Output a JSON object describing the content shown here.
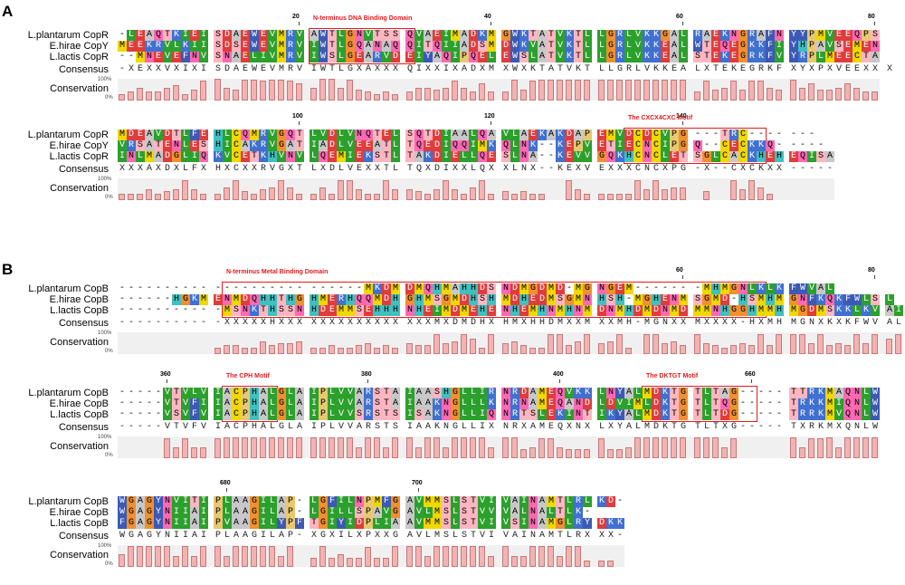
{
  "panels": [
    {
      "label": "A",
      "labels": {
        "seq": [
          "L.plantarum CopR",
          "E.hirae CopY",
          "L.lactis CopR"
        ],
        "consensus": "Consensus",
        "conservation": "Conservation",
        "pct_high": "100%",
        "pct_low": "0%"
      },
      "motifs": [
        "N-terminus DNA Binding Domain",
        "The CXCX4CXC Motif"
      ],
      "rows": [
        {
          "positions": [
            "20",
            "40",
            "60",
            "80"
          ],
          "sequences": [
            "-LEAQTKIEISDAEWEVMRVAWTLGNVTSSQVAEIMADKMGWKTATVKTLLGRLVKKGALRAEKNGRAFNYYPMVEEQPS",
            "MEEKRVLKIISDSEWEVMRVIWTLGQANAQQITQIIADSMDWKVATVKTLLGRLVKKEALWTEQEGKKFIYHPAVSEMEN",
            "--MNEVEFNVSNAELIVMRVIWSLGEARVDEIYAQIPQELEWSLATVKTLLGRLVKKEALSTEKEGRKFVYRPLMEECTA"
          ],
          "consensus": "-XEXXVXIXISDAEWEVMRVIWTLGXAXXXQIXXIXADXMXWXKTATVKTLLGRLVKKEALXTEKEGRKFXYXPXVEEXXX",
          "conservation": [
            0.3,
            0.4,
            0.6,
            0.4,
            0.4,
            0.6,
            0.7,
            0.3,
            0.5,
            0.9,
            1.0,
            0.6,
            0.5,
            0.95,
            0.95,
            0.9,
            0.95,
            0.95,
            0.9,
            0.8,
            0.6,
            1.0,
            1.0,
            0.6,
            0.95,
            0.5,
            0.4,
            0.3,
            0.4,
            0.3,
            0.4,
            0.6,
            0.6,
            0.5,
            0.6,
            0.9,
            0.6,
            0.4,
            0.8,
            0.4,
            0.4,
            0.95,
            0.5,
            0.9,
            0.95,
            0.95,
            0.95,
            0.95,
            0.95,
            0.95,
            0.95,
            0.95,
            0.95,
            0.95,
            0.95,
            0.95,
            0.95,
            0.95,
            0.95,
            0.95,
            0.4,
            0.9,
            0.5,
            0.6,
            0.9,
            0.5,
            0.9,
            0.9,
            0.6,
            0.5,
            0.95,
            0.6,
            0.8,
            0.5,
            0.5,
            0.6,
            0.8,
            0.6,
            0.4,
            0.4
          ]
        },
        {
          "positions": [
            "100",
            "120",
            "140"
          ],
          "sequences": [
            "MDEAVDTLFEHLCQMRVGQTLVDLVNQTELSQTDIAALQAVLAEKAKDAPEMVDCDCVPG---TRC-------",
            "VRSATENLESHICAKRVGATIADLVEEATLTQEDIQQIMKQLNK--KEPVETIECNCIPGQ--CECKKQ-----",
            "INLMADGLIQKVCETKHVNVLQEMIEKSTLTAKDIELLQESLNA--KEVVGQKHCNCLETSGLCACKHEHEQISA"
          ],
          "consensus": "XXXAXDXLFXHXCXXRVGXTLXDLVEXXTLTQXDIXXLQXXLNX--KEXVEXXXCNCXPG-X--CXCKXX-----",
          "conservation": [
            0.3,
            0.3,
            0.3,
            0.5,
            0.3,
            0.4,
            0.5,
            0.9,
            0.5,
            0.3,
            0.3,
            0.6,
            0.9,
            0.4,
            0.3,
            0.5,
            0.6,
            0.9,
            0.6,
            0.3,
            0.3,
            0.6,
            0.3,
            0.9,
            0.9,
            0.5,
            0.3,
            0.3,
            0.9,
            0.5,
            0.5,
            0.4,
            0.3,
            0.5,
            0.9,
            0.5,
            0.3,
            0.6,
            0.9,
            0.3,
            0.4,
            0.3,
            0.4,
            0.3,
            0.3,
            0,
            0,
            0.9,
            0.5,
            0.3,
            0.3,
            0.3,
            0.3,
            0.3,
            0.9,
            0.5,
            0.9,
            0.5,
            0.6,
            0.6,
            0,
            0.4,
            0,
            0,
            0.9,
            0.5,
            0.9,
            0.6,
            0.3,
            0,
            0,
            0,
            0,
            0,
            0
          ]
        }
      ]
    },
    {
      "label": "B",
      "labels": {
        "seq": [
          "L.plantarum CopB",
          "E.hirae CopB",
          "L.lactis CopB"
        ],
        "consensus": "Consensus",
        "conservation": "Conservation",
        "pct_high": "100%",
        "pct_low": "0%"
      },
      "motifs": [
        "N-terminus Metal Binding Domain",
        "The CPH Motif",
        "The DKTGT Motif"
      ],
      "rows": [
        {
          "positions": [
            "60",
            "80"
          ],
          "sequences": [
            "--------------------------MKDMDMQHMAHHDSNDMGDMD-MGNGEM-------MHMGNLKLKFWVAL",
            "------HGKMENMDQHHTHGHMERHQQMDHGHMSGMDHSHMDHEDMSGMNHSH-MGHENMSGMD-HSMHMGNFKQKFWLSL",
            "-----------MSNKTHSSNHDEMMSEHHHNHEIMDMEHENHEMHNMHNMDNMHDMDNMDMMNHGGHMMHMGDMSKKLKVAI"
          ],
          "consensus": "-----------XXXXXHXXXXXXXXXXXXXXXXMXDMDHXHMXHHDMXXMXXMH-MGNXXMXXXX-HXMHMGNXKXKFWVAL",
          "conservation": [
            0,
            0,
            0,
            0,
            0,
            0,
            0,
            0,
            0,
            0,
            0.3,
            0.4,
            0.4,
            0.3,
            0.3,
            0.6,
            0.4,
            0.5,
            0.5,
            0.6,
            0.3,
            0.3,
            0.4,
            0.3,
            0.3,
            0.4,
            0.5,
            0.3,
            0.4,
            0.3,
            0.5,
            0.4,
            0.4,
            0.9,
            0.5,
            0.6,
            0.9,
            0.7,
            0.3,
            0.9,
            0.5,
            0.6,
            0.4,
            0.3,
            0.3,
            0.9,
            0.9,
            0.4,
            0.6,
            0.9,
            0.5,
            0.6,
            0.9,
            0.3,
            0,
            0.9,
            0.9,
            0.5,
            0.6,
            0.4,
            0.9,
            0.5,
            0.4,
            0.3,
            0.4,
            0.5,
            0.4,
            0.9,
            0.4,
            0.9,
            0.9,
            0.9,
            0.5,
            0.9,
            0.4,
            0.5,
            0.4,
            0.9,
            0.5,
            0.9,
            0.7,
            0.9
          ]
        },
        {
          "positions": [
            "360",
            "380",
            "400",
            "660"
          ],
          "sequences": [
            "-----VTVLVIACPHALGLAIPLVVARSTAIAASHGLLIRNRDAMEQVKKLNYALMDKTGTLTAG-----TTRKMAQNLW",
            "-----VTVFIIACPHALGLAIPLVVARSTAIAAKNGLLLKNRNAMEQANDLDVIMLDKTGTLTQG-----TRKKMIQNLW",
            "-----VSVFVIACPHALGLAIPLVVSRSTSISAKNGLLIQNRTSLEKINTIKYALMDKTGTLTDG-----TRRKMVQNLW"
          ],
          "consensus": "-----VTVFVIACPHALGLAIPLVVARSTSIAAKNGLLIXNRXAMEQXNXLXYALMDKTGTLTXG-----TXRKMXQNLW",
          "conservation": [
            0,
            0,
            0,
            0,
            0,
            0.9,
            0.5,
            0.9,
            0.5,
            0.5,
            0.9,
            0.95,
            0.95,
            0.95,
            0.95,
            0.95,
            0.95,
            0.95,
            0.95,
            0.95,
            0.95,
            0.95,
            0.95,
            0.95,
            0.95,
            0.5,
            0.95,
            0.95,
            0.5,
            0.95,
            0.95,
            0.5,
            0.95,
            0.95,
            0.5,
            0.95,
            0.95,
            0.95,
            0.95,
            0.5,
            0.95,
            0.95,
            0.4,
            0.5,
            0.9,
            0.9,
            0.5,
            0.4,
            0.4,
            0.4,
            0.9,
            0.4,
            0.4,
            0.5,
            0.95,
            0.95,
            0.95,
            0.95,
            0.95,
            0.95,
            0.95,
            0.95,
            0.95,
            0.5,
            0.9,
            0,
            0,
            0,
            0,
            0,
            0.95,
            0.5,
            0.9,
            0.9,
            0.95,
            0.5,
            0.95,
            0.95,
            0.95,
            0.95
          ]
        },
        {
          "positions": [
            "680",
            "700"
          ],
          "sequences": [
            "WGAGYNVITIPLAAGILAP-LGFILNPMFGAVMMSLSTVIVAINAMTLRLKD-",
            "WGAGYNIIAIPLAAGILAP-LGILLSPAVGAVLMSLSTVVVALNALTLK-",
            "FGAGYNIIAIPVAAGILYPFTGIYIDPLIAAVMMSLSTVIVSINAMGLRYDKK"
          ],
          "consensus": "WGAGYNIIAIPLAAGILAP-XGXILXPXXGAVLMSLSTVIVAINAMTLRXXX-",
          "conservation": [
            0.6,
            0.95,
            0.95,
            0.95,
            0.95,
            0.95,
            0.5,
            0.95,
            0.5,
            0.95,
            0.95,
            0.5,
            0.95,
            0.95,
            0.95,
            0.95,
            0.95,
            0.5,
            0.95,
            0,
            0.4,
            0.95,
            0.4,
            0.6,
            0.4,
            0.4,
            0.9,
            0.4,
            0.4,
            0.95,
            0.95,
            0.95,
            0.5,
            0.95,
            0.95,
            0.95,
            0.95,
            0.95,
            0.95,
            0.5,
            0.95,
            0.5,
            0.5,
            0.95,
            0.95,
            0.95,
            0.5,
            0.95,
            0.95,
            0.3,
            0.3,
            0.3,
            0
          ]
        }
      ]
    }
  ],
  "colors": {
    "A": "#c8c8c8",
    "V": "#2ca02c",
    "I": "#2ca02c",
    "L": "#2ca02c",
    "M": "#f0d800",
    "F": "#3c5ab4",
    "W": "#3c5ab4",
    "Y": "#3c5ab4",
    "C": "#f0d800",
    "G": "#f09030",
    "P": "#e8c870",
    "S": "#ffb6c1",
    "T": "#ffb6c1",
    "N": "#ff69b4",
    "Q": "#ff69b4",
    "D": "#e03c3c",
    "E": "#e03c3c",
    "K": "#4070d0",
    "R": "#4070d0",
    "H": "#40c0c0",
    "box": "#e41a1c",
    "bar": "#f2b3b3"
  }
}
